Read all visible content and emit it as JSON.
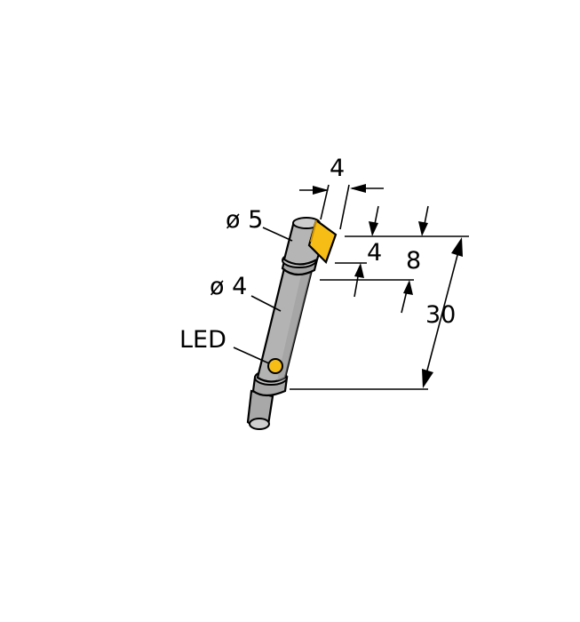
{
  "labels": {
    "head_diameter": "ø 5",
    "shaft_diameter": "ø 4",
    "led": "LED",
    "head_width": "4",
    "face_offset": "4",
    "head_length": "8",
    "total_length": "30"
  },
  "colors": {
    "housing": "#b3b3b3",
    "housing_dark": "#8f8f8f",
    "sensing_face": "#f6bd16",
    "led": "#f6bd16",
    "outline": "#000000",
    "background": "#ffffff"
  }
}
